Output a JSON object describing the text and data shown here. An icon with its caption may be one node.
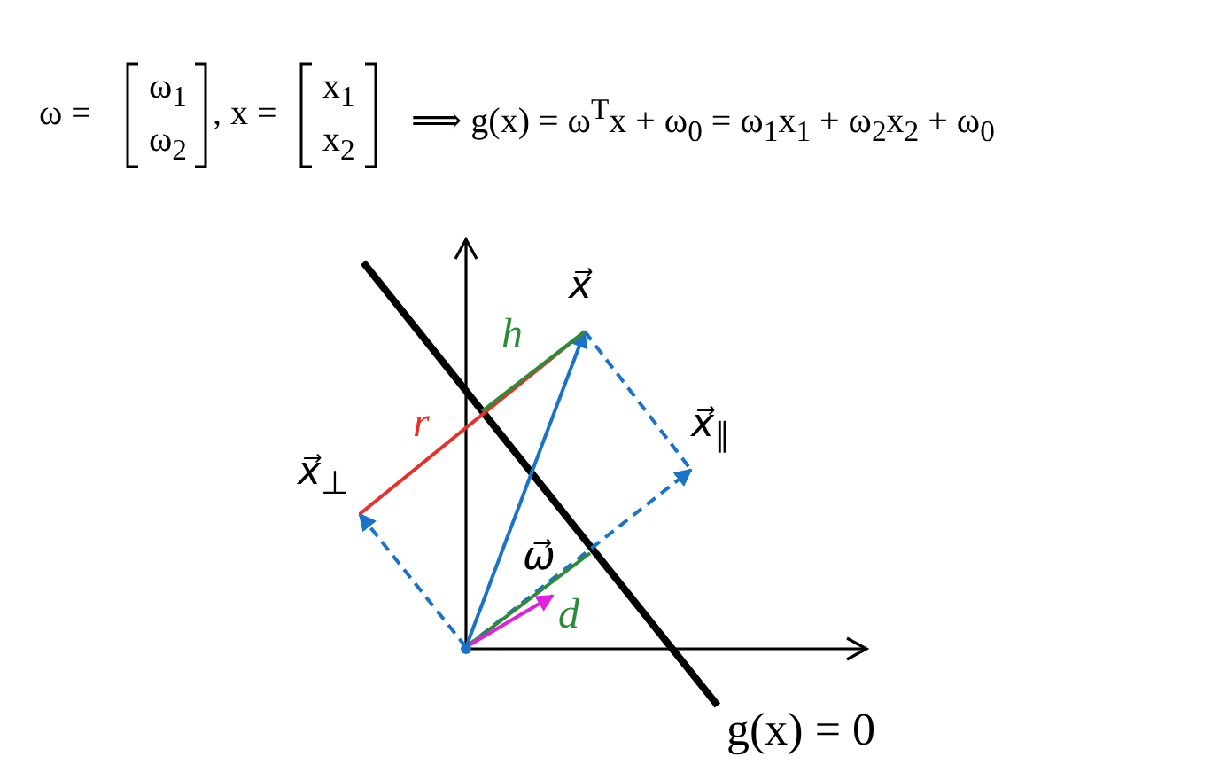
{
  "diagram": {
    "nodes": [
      {
        "text": [],
        "shape": "point"
      },
      {
        "text": [
          "x⃗"
        ]
      },
      {
        "text": [
          "x⃗$_{∥}$"
        ]
      },
      {
        "text": [
          "x⃗$_{⊥}$"
        ]
      }
    ],
    "edges": [
      {
        "from": 0,
        "to": 1,
        "arrow": "to"
      },
      {
        "from": 0,
        "to": 2,
        "arrow": "to",
        "style": "dashed"
      },
      {
        "from": 0,
        "to": 3,
        "arrow": "to",
        "style": "dashed"
      },
      {
        "from": 1,
        "to": 2,
        "arrow": "none",
        "style": "dashed"
      },
      {
        "from": 3,
        "to": 1,
        "arrow": "none",
        "color": "#e8302a",
        "label": "r"
      },
      {
        "from": 0,
        "to": null,
        "arrow": "to",
        "color": "#e020e0",
        "label": "ω⃗"
      },
      {
        "from": 0,
        "to": null,
        "arrow": "none",
        "color": "#2e8b3a",
        "label": "d"
      },
      {
        "from": null,
        "to": 1,
        "arrow": "none",
        "color": "#2e8b3a",
        "label": "h"
      }
    ],
    "labels": [
      "ω =",
      "ω$_{1}$",
      "ω$_{2}$",
      ", x =",
      "x$_{1}$",
      "x$_{2}$",
      "⟹  g(x) = ω$^{T}$x + ω$_{0}$ = ω$_{1}$x$_{1}$ + ω$_{2}$x$_{2}$ + ω$_{0}$",
      "g(x) = 0"
    ]
  }
}
